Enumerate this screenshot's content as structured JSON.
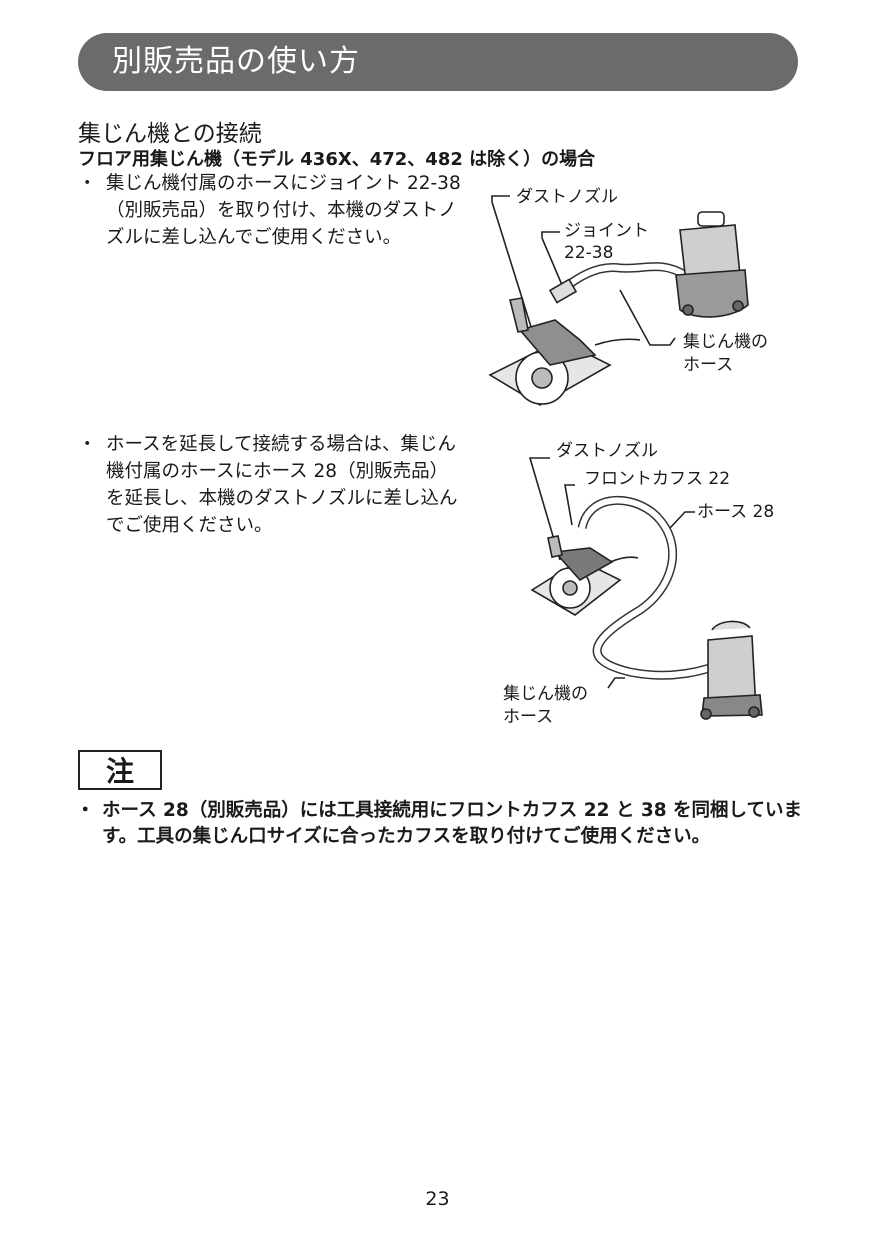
{
  "header": {
    "title": "別販売品の使い方"
  },
  "section": {
    "heading": "集じん機との接続",
    "subheading": "フロア用集じん機（モデル 436X、472、482 は除く）の場合"
  },
  "items": [
    {
      "bullet": "・",
      "text": "集じん機付属のホースにジョイント 22-38（別販売品）を取り付け、本機のダストノズルに差し込んでご使用ください。",
      "figure_labels": {
        "dust_nozzle": "ダストノズル",
        "joint_line1": "ジョイント",
        "joint_line2": "22-38",
        "hose_line1": "集じん機の",
        "hose_line2": "ホース"
      }
    },
    {
      "bullet": "・",
      "text": "ホースを延長して接続する場合は、集じん機付属のホースにホース 28（別販売品）を延長し、本機のダストノズルに差し込んでご使用ください。",
      "figure_labels": {
        "dust_nozzle": "ダストノズル",
        "front_cuff": "フロントカフス 22",
        "hose28": "ホース 28",
        "hose_line1": "集じん機の",
        "hose_line2": "ホース"
      }
    }
  ],
  "note": {
    "label": "注",
    "bullet": "・",
    "text": "ホース 28（別販売品）には工具接続用にフロントカフス 22 と 38 を同梱しています。工具の集じん口サイズに合ったカフスを取り付けてご使用ください。"
  },
  "footer": {
    "page_number": "23"
  }
}
